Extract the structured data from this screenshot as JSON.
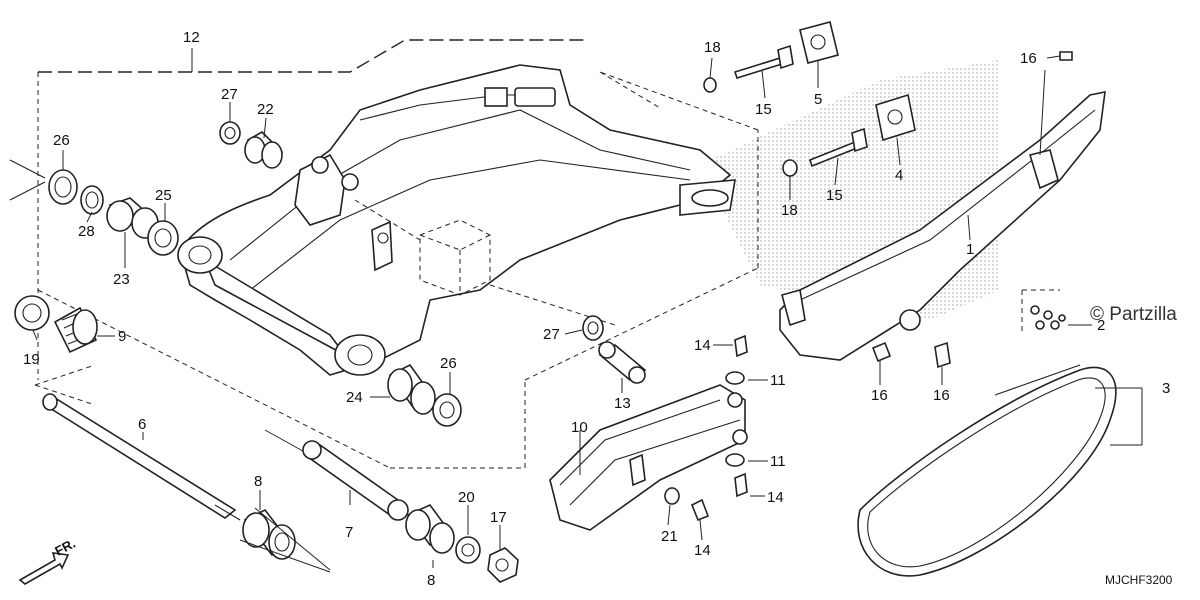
{
  "callouts": {
    "c1": "1",
    "c2": "2",
    "c3": "3",
    "c4": "4",
    "c5": "5",
    "c6": "6",
    "c7": "7",
    "c8a": "8",
    "c8b": "8",
    "c9": "9",
    "c10": "10",
    "c11a": "11",
    "c11b": "11",
    "c12": "12",
    "c13": "13",
    "c14a": "14",
    "c14b": "14",
    "c14c": "14",
    "c15a": "15",
    "c15b": "15",
    "c16a": "16",
    "c16b": "16",
    "c16c": "16",
    "c17": "17",
    "c18a": "18",
    "c18b": "18",
    "c19": "19",
    "c20": "20",
    "c21": "21",
    "c22": "22",
    "c23": "23",
    "c24": "24",
    "c25": "25",
    "c26a": "26",
    "c26b": "26",
    "c27a": "27",
    "c27b": "27",
    "c28": "28"
  },
  "watermark": "© Partzilla",
  "diagram_code": "MJCHF3200",
  "direction_label": "FR."
}
